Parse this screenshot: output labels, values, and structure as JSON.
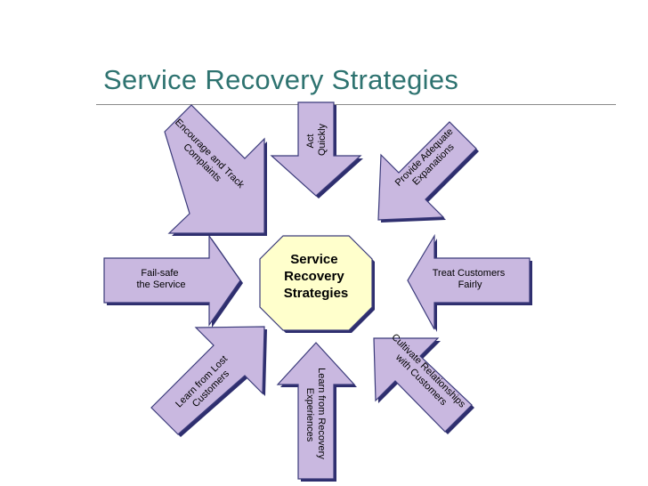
{
  "title": "Service Recovery Strategies",
  "center": {
    "lines": [
      "Service",
      "Recovery",
      "Strategies"
    ]
  },
  "arrows": [
    {
      "id": "act-quickly",
      "lines": [
        "Act",
        "Quickly"
      ]
    },
    {
      "id": "provide-adequate-explanations",
      "lines": [
        "Provide Adequate",
        "Expanations"
      ]
    },
    {
      "id": "treat-customers-fairly",
      "lines": [
        "Treat Customers",
        "Fairly"
      ]
    },
    {
      "id": "cultivate-relationships",
      "lines": [
        "Cultivate Relationships",
        "with Customers"
      ]
    },
    {
      "id": "learn-from-recovery",
      "lines": [
        "Learn from Recovery",
        "Experiences"
      ]
    },
    {
      "id": "learn-from-lost-customers",
      "lines": [
        "Learn from Lost",
        "Customers"
      ]
    },
    {
      "id": "fail-safe-service",
      "lines": [
        "Fail-safe",
        "the Service"
      ]
    },
    {
      "id": "encourage-and-track-complaints",
      "lines": [
        "Encourage and Track",
        "Complaints"
      ]
    }
  ],
  "colors": {
    "arrow_fill": "#c9b8e0",
    "arrow_stroke": "#3a3a7a",
    "arrow_shadow": "#2e2e6e",
    "center_fill": "#ffffcc",
    "center_stroke": "#3a3a7a",
    "title": "#2e7370"
  }
}
